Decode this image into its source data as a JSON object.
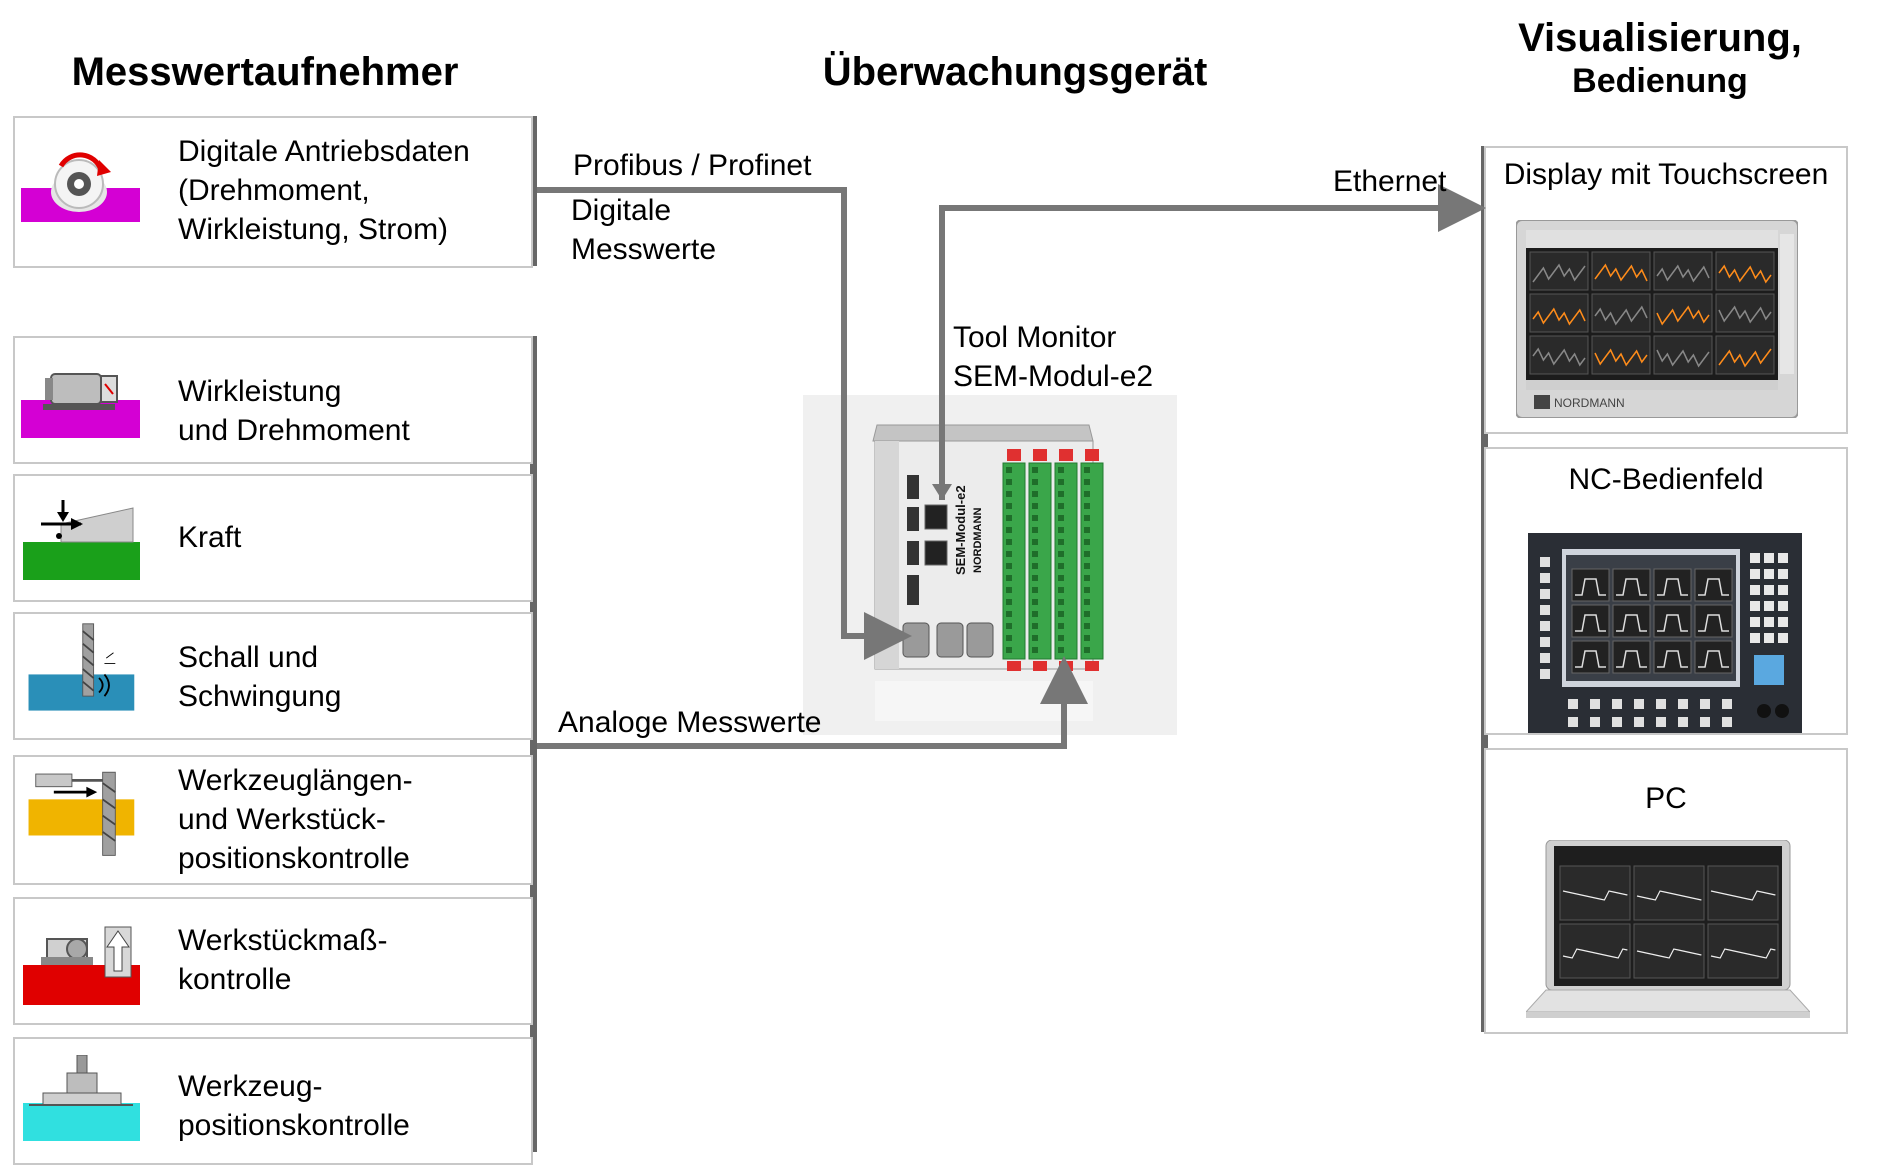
{
  "columns": {
    "left_title": "Messwertaufnehmer",
    "middle_title": "Überwachungsgerät",
    "right_title_line1": "Visualisierung,",
    "right_title_line2": "Bedienung"
  },
  "sensors": [
    {
      "label": "Digitale Antriebsdaten\n(Drehmoment,\nWirkleistung, Strom)",
      "icon": "drive-gauge-icon",
      "color": "#d400d4"
    },
    {
      "label": "Wirkleistung\nund Drehmoment",
      "icon": "motor-icon",
      "color": "#d400d4"
    },
    {
      "label": "Kraft",
      "icon": "force-sensor-icon",
      "color": "#1aa01a"
    },
    {
      "label": "Schall und\nSchwingung",
      "icon": "vibration-drill-icon",
      "color": "#2a8fb8"
    },
    {
      "label": "Werkzeuglängen-\nund Werkstück-\npositionskontrolle",
      "icon": "tool-length-icon",
      "color": "#f0b400"
    },
    {
      "label": "Werkstückmaß-\nkontrolle",
      "icon": "gauging-probe-icon",
      "color": "#e00000"
    },
    {
      "label": "Werkzeug-\npositionskontrolle",
      "icon": "tool-position-icon",
      "color": "#30e0e0"
    }
  ],
  "connections": {
    "profibus": "Profibus / Profinet",
    "digital": "Digitale\nMesswerte",
    "ethernet": "Ethernet",
    "analog": "Analoge Messwerte",
    "device": "Tool Monitor\nSEM-Modul-e2"
  },
  "device": {
    "vertical_text": "SEM-Modul-e2",
    "brand": "NORDMANN"
  },
  "displays": [
    {
      "label": "Display mit Touchscreen",
      "icon": "touchscreen-panel-icon",
      "brand": "NORDMANN"
    },
    {
      "label": "NC-Bedienfeld",
      "icon": "nc-panel-icon"
    },
    {
      "label": "PC",
      "icon": "laptop-icon"
    }
  ],
  "colors": {
    "connector": "#777777",
    "box_border": "#c8c8c8",
    "trace_orange": "#ff8c1a"
  }
}
